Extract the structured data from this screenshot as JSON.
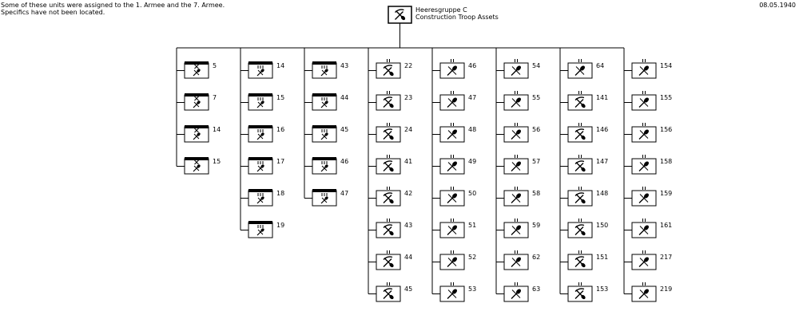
{
  "header": {
    "note_line1": "Some of these units were assigned to the 1. Armee and the 7. Armee.",
    "note_line2": "Specifics have not been located.",
    "date": "08.05.1940"
  },
  "root": {
    "title": "Heeresgruppe C",
    "subtitle": "Construction Troop Assets"
  },
  "columns": [
    {
      "type": "regiment-staff",
      "echelon": "X",
      "units": [
        "5",
        "7",
        "14",
        "15"
      ]
    },
    {
      "type": "regiment-staff",
      "echelon": "III",
      "units": [
        "14",
        "15",
        "16",
        "17",
        "18",
        "19"
      ]
    },
    {
      "type": "regiment-staff",
      "echelon": "III",
      "units": [
        "43",
        "44",
        "45",
        "46",
        "47"
      ]
    },
    {
      "type": "battalion",
      "echelon": "II",
      "units": [
        "22",
        "23",
        "24",
        "41",
        "42",
        "43",
        "44",
        "45"
      ]
    },
    {
      "type": "battalion-shovel",
      "echelon": "II",
      "units": [
        "46",
        "47",
        "48",
        "49",
        "50",
        "51",
        "52",
        "53"
      ]
    },
    {
      "type": "battalion-shovel",
      "echelon": "II",
      "units": [
        "54",
        "55",
        "56",
        "57",
        "58",
        "59",
        "62",
        "63"
      ]
    },
    {
      "type": "battalion-mixed",
      "echelon": "II",
      "units": [
        "64",
        "141",
        "146",
        "147",
        "148",
        "150",
        "151",
        "153"
      ]
    },
    {
      "type": "battalion-shovel",
      "echelon": "II",
      "units": [
        "154",
        "155",
        "156",
        "158",
        "159",
        "161",
        "217",
        "219"
      ]
    }
  ]
}
